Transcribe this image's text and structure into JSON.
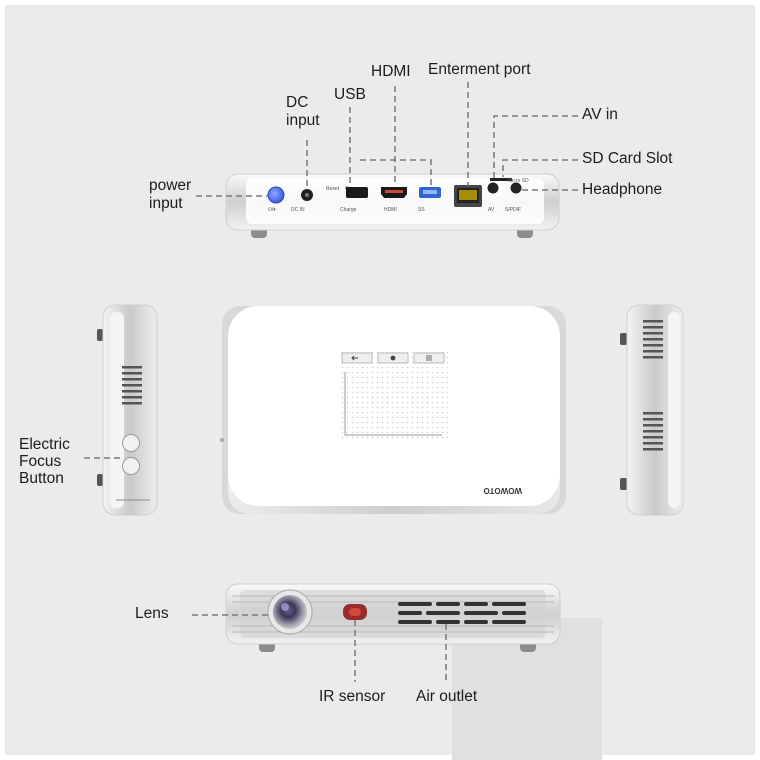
{
  "labels": {
    "hdmi": "HDMI",
    "ethernet": "Enterment port",
    "dc_input": "DC\ninput",
    "usb": "USB",
    "av_in": "AV in",
    "sd_card_slot": "SD Card Slot",
    "headphone": "Headphone",
    "power_input": "power\ninput",
    "electric_focus_button": "Electric\nFocus\nButton",
    "lens": "Lens",
    "ir_sensor": "IR sensor",
    "air_outlet": "Air outlet"
  },
  "port_labels": {
    "reset": "Reset",
    "power": "⏻/⏵",
    "dc": "DC IN",
    "usb_charge": "Charge",
    "hdmi": "HDMI",
    "usb3": "SS",
    "av": "AV",
    "spdif": "S/PDIF",
    "sd": "Micro SD"
  },
  "brand": "WOWOTO"
}
